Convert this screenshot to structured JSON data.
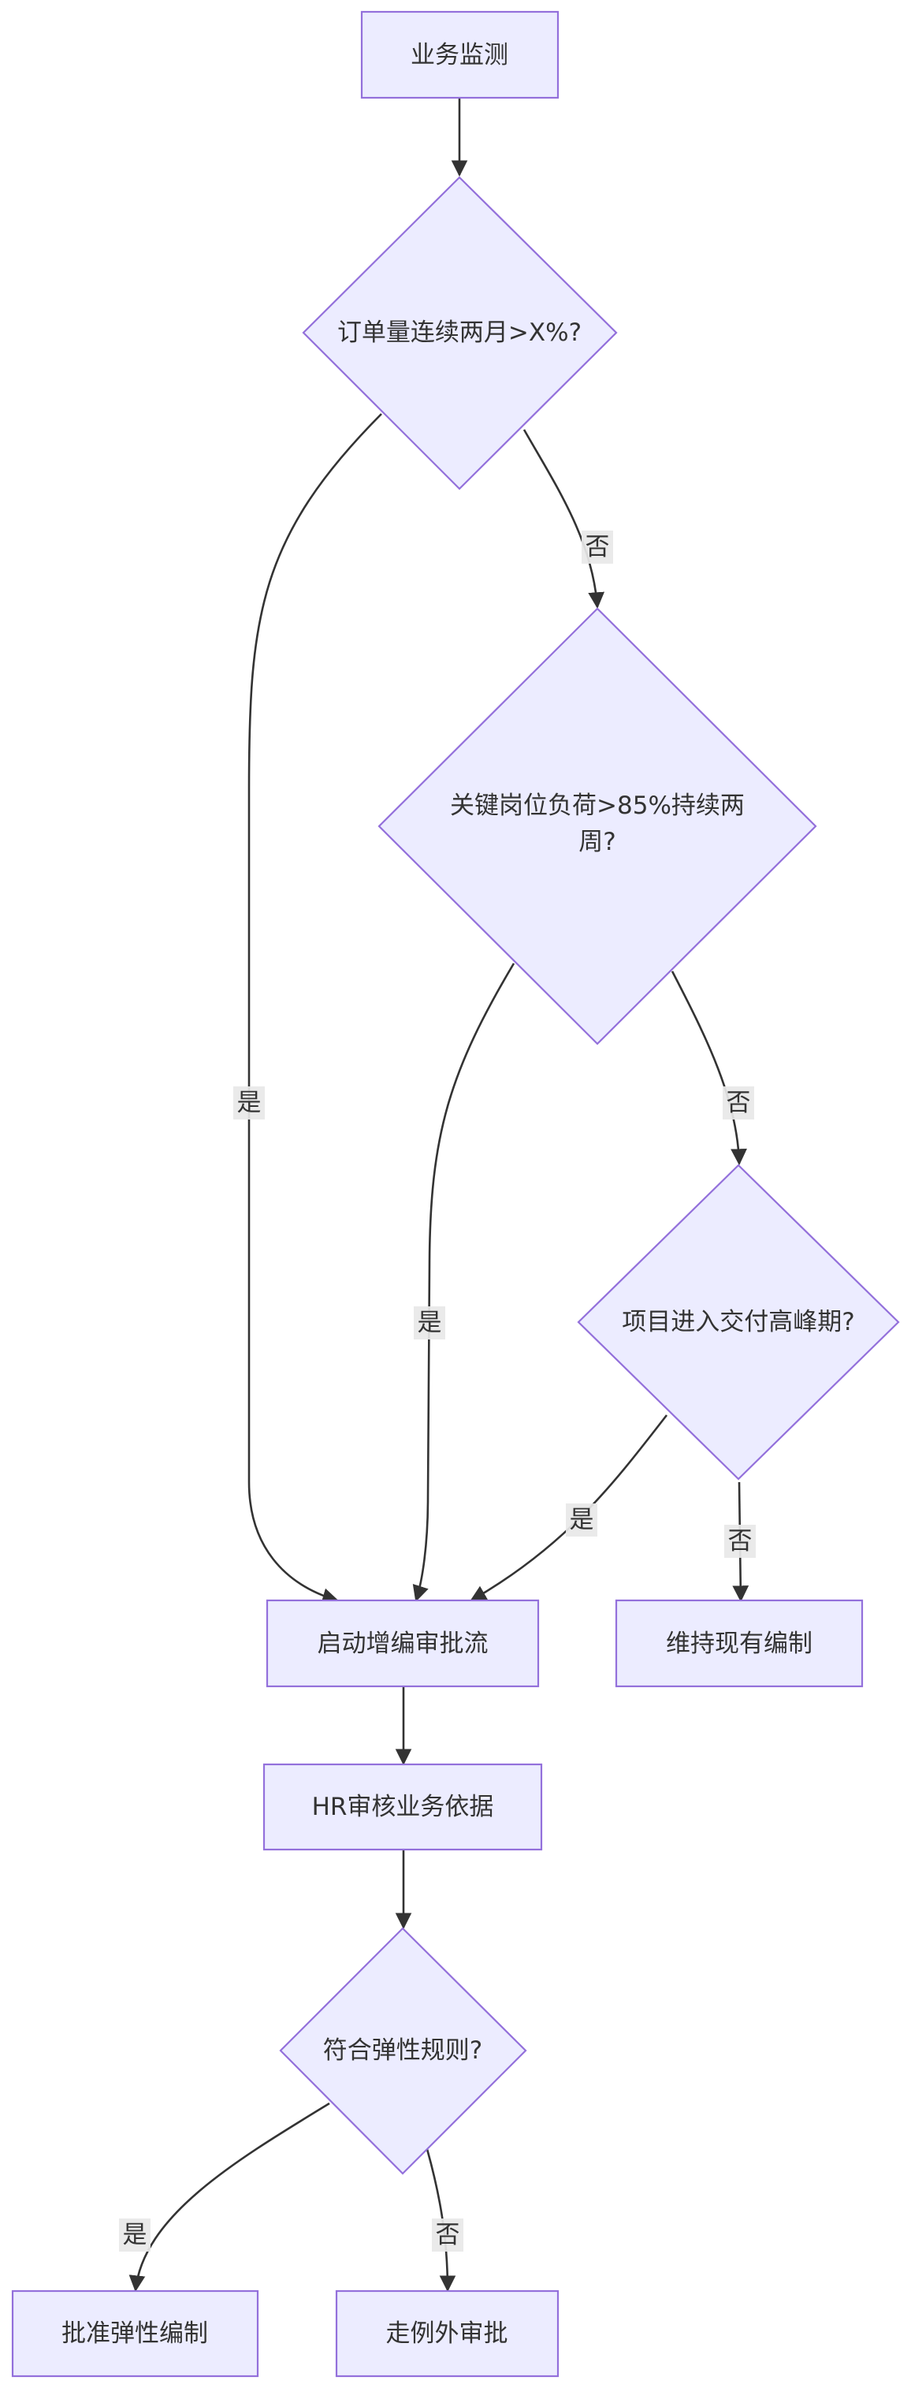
{
  "diagram": {
    "nodes": {
      "monitor": "业务监测",
      "order_check": "订单量连续两月>X%?",
      "load_check_line1": "关键岗位负荷>85%持续两",
      "load_check_line2": "周?",
      "peak_check": "项目进入交付高峰期?",
      "start_approval": "启动增编审批流",
      "keep_current": "维持现有编制",
      "hr_review": "HR审核业务依据",
      "rule_check": "符合弹性规则?",
      "approve_flex": "批准弹性编制",
      "exception_approval": "走例外审批"
    },
    "edges": {
      "order_yes": "是",
      "order_no": "否",
      "load_yes": "是",
      "load_no": "否",
      "peak_yes": "是",
      "peak_no": "否",
      "rule_yes": "是",
      "rule_no": "否"
    },
    "colors": {
      "node_fill": "#ececff",
      "node_stroke": "#9370db",
      "edge": "#333333",
      "label_bg": "#e8e8e8"
    }
  }
}
